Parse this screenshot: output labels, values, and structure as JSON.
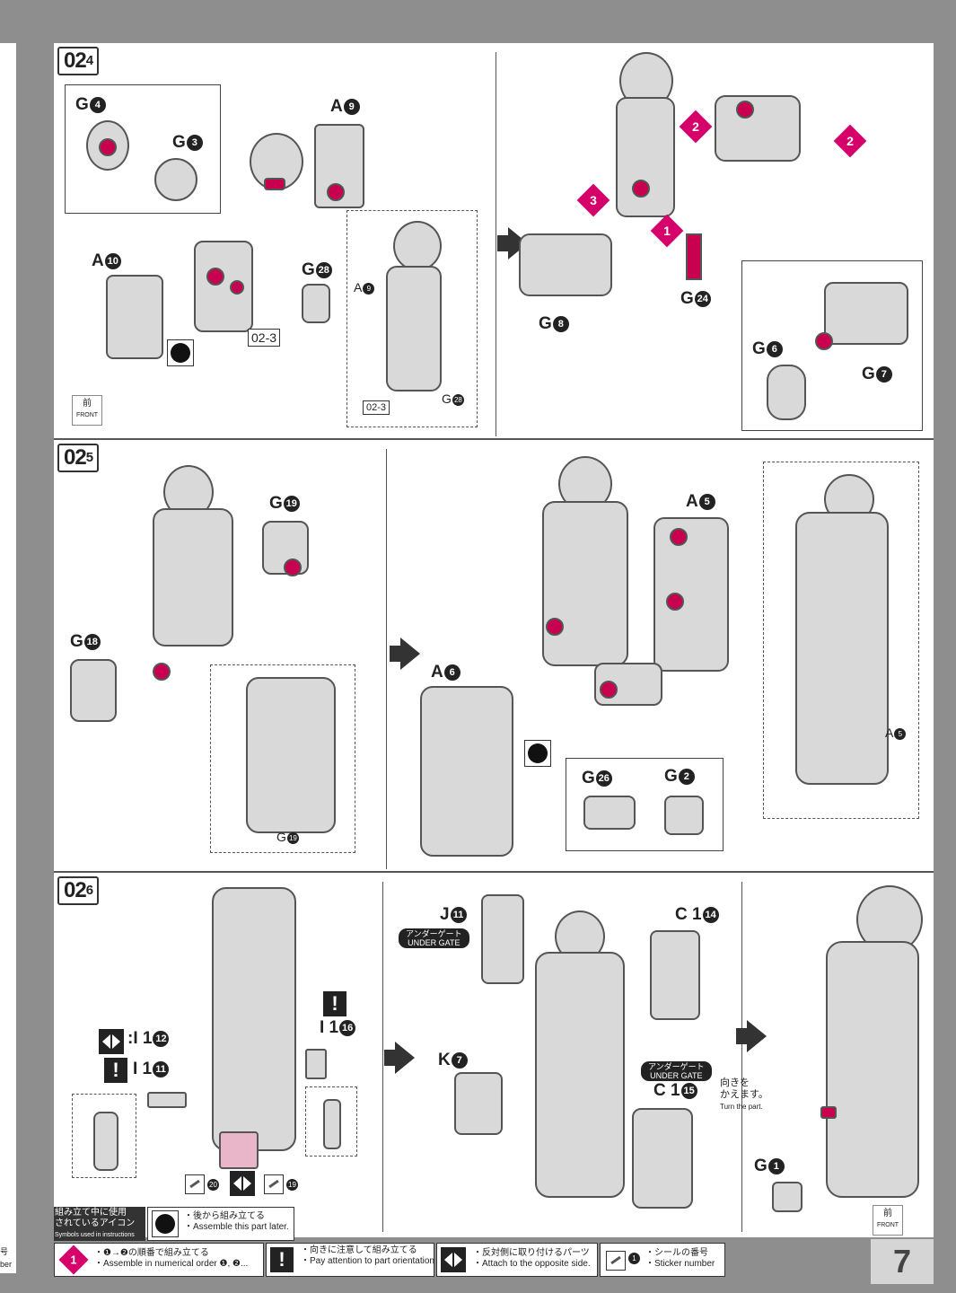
{
  "edge_left": {
    "sticker_label_jp": "号",
    "sticker_label_en": "ber"
  },
  "steps": {
    "s4": {
      "label": "02",
      "sub": "4"
    },
    "s5": {
      "label": "02",
      "sub": "5"
    },
    "s6": {
      "label": "02",
      "sub": "6"
    }
  },
  "step4_labels": {
    "g4": "G",
    "g4n": "4",
    "g3": "G",
    "g3n": "3",
    "a9": "A",
    "a9n": "9",
    "a10": "A",
    "a10n": "10",
    "g28": "G",
    "g28n": "28",
    "ref": "02-3",
    "a9_inset": "A",
    "a9_inset_n": "9",
    "ref_inset": "02-3",
    "g28_inset": "G",
    "g28_inset_n": "28",
    "g8": "G",
    "g8n": "8",
    "g24": "G",
    "g24n": "24",
    "g6": "G",
    "g6n": "6",
    "g7": "G",
    "g7n": "7",
    "order1": "1",
    "order2a": "2",
    "order2b": "2",
    "order3": "3",
    "front_jp": "前",
    "front_en": "FRONT"
  },
  "step5_labels": {
    "g19": "G",
    "g19n": "19",
    "g18": "G",
    "g18n": "18",
    "g19_inset": "G",
    "g19_inset_n": "19",
    "a5": "A",
    "a5n": "5",
    "a6": "A",
    "a6n": "6",
    "g26": "G",
    "g26n": "26",
    "g2": "G",
    "g2n": "2",
    "a5_inset": "A",
    "a5_inset_n": "5"
  },
  "step6_labels": {
    "i12": ":I 1",
    "i12n": "12",
    "i11": "I 1",
    "i11n": "11",
    "i16": "I 1",
    "i16n": "16",
    "seal20": "20",
    "seal19": "19",
    "j11": "J",
    "j11n": "11",
    "c14": "C 1",
    "c14n": "14",
    "k7": "K",
    "k7n": "7",
    "c15": "C 1",
    "c15n": "15",
    "ug1_jp": "アンダーゲート",
    "ug1_en": "UNDER GATE",
    "ug2_jp": "アンダーゲート",
    "ug2_en": "UNDER GATE",
    "turn_jp1": "向きを",
    "turn_jp2": "かえます。",
    "turn_en": "Turn the part.",
    "g1": "G",
    "g1n": "1",
    "front_jp": "前",
    "front_en": "FRONT"
  },
  "legend": {
    "title_jp1": "組み立て中に使用",
    "title_jp2": "されているアイコン",
    "title_en": "Symbols used in instructions",
    "later_jp": "・後から組み立てる",
    "later_en": "・Assemble this part later.",
    "order_jp": "・❶→❷の順番で組み立てる",
    "order_en": "・Assemble in numerical order ❶, ❷...",
    "orient_jp": "・向きに注意して組み立てる",
    "orient_en": "・Pay attention to part orientation when assembling.",
    "opp_jp": "・反対側に取り付けるパーツ",
    "opp_en": "・Attach to the opposite side.",
    "sticker_jp": "・シールの番号",
    "sticker_en": "・Sticker number",
    "order_icon": "1",
    "warn_icon": "!",
    "sticker_icon_num": "1"
  },
  "page_number": "7",
  "colors": {
    "accent": "#d6006b",
    "part_fill": "#d9d9d9",
    "line": "#333333"
  }
}
